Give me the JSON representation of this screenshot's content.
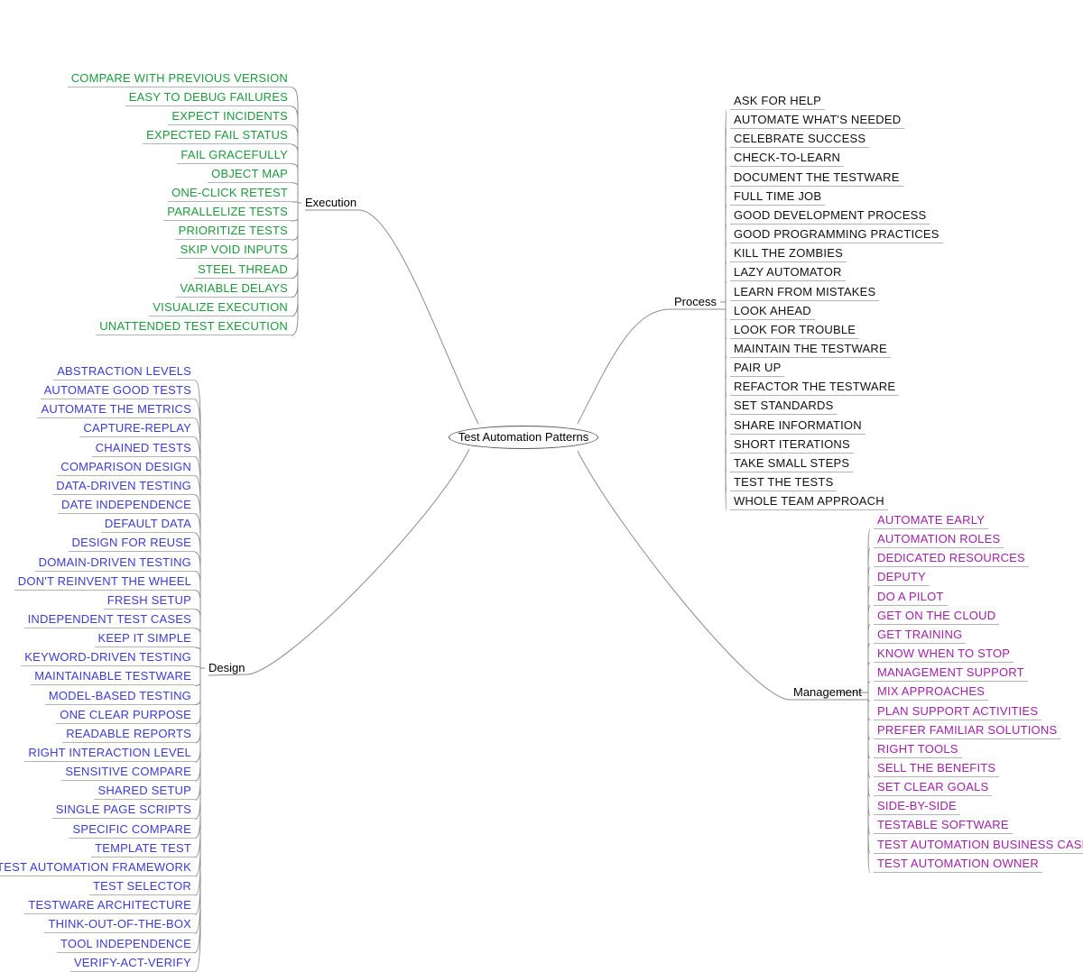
{
  "title": "Test Automation Patterns",
  "colors": {
    "execution": "#1e9a3c",
    "design": "#3c3cd2",
    "process": "#111111",
    "management": "#a022a8",
    "connector": "#8c8c8c"
  },
  "branches": {
    "execution": {
      "label": "Execution",
      "items": [
        "COMPARE WITH PREVIOUS VERSION",
        "EASY TO DEBUG FAILURES",
        "EXPECT INCIDENTS",
        "EXPECTED FAIL STATUS",
        "FAIL GRACEFULLY",
        "OBJECT MAP",
        "ONE-CLICK RETEST",
        "PARALLELIZE TESTS",
        "PRIORITIZE TESTS",
        "SKIP VOID INPUTS",
        "STEEL THREAD",
        "VARIABLE DELAYS",
        "VISUALIZE EXECUTION",
        "UNATTENDED TEST EXECUTION"
      ]
    },
    "design": {
      "label": "Design",
      "items": [
        "ABSTRACTION LEVELS",
        "AUTOMATE GOOD TESTS",
        "AUTOMATE THE METRICS",
        "CAPTURE-REPLAY",
        "CHAINED TESTS",
        "COMPARISON DESIGN",
        "DATA-DRIVEN TESTING",
        "DATE INDEPENDENCE",
        "DEFAULT DATA",
        "DESIGN FOR REUSE",
        "DOMAIN-DRIVEN TESTING",
        "DON'T REINVENT THE WHEEL",
        "FRESH SETUP",
        "INDEPENDENT TEST CASES",
        "KEEP IT SIMPLE",
        "KEYWORD-DRIVEN TESTING",
        "MAINTAINABLE TESTWARE",
        "MODEL-BASED TESTING",
        "ONE CLEAR PURPOSE",
        "READABLE REPORTS",
        "RIGHT INTERACTION LEVEL",
        "SENSITIVE COMPARE",
        "SHARED SETUP",
        "SINGLE PAGE SCRIPTS",
        "SPECIFIC COMPARE",
        "TEMPLATE TEST",
        "TEST AUTOMATION FRAMEWORK",
        "TEST SELECTOR",
        "TESTWARE ARCHITECTURE",
        "THINK-OUT-OF-THE-BOX",
        "TOOL INDEPENDENCE",
        "VERIFY-ACT-VERIFY"
      ]
    },
    "process": {
      "label": "Process",
      "items": [
        "ASK FOR HELP",
        "AUTOMATE WHAT'S NEEDED",
        "CELEBRATE SUCCESS",
        "CHECK-TO-LEARN",
        "DOCUMENT THE TESTWARE",
        "FULL TIME JOB",
        "GOOD DEVELOPMENT PROCESS",
        "GOOD PROGRAMMING PRACTICES",
        "KILL THE ZOMBIES",
        "LAZY AUTOMATOR",
        "LEARN FROM MISTAKES",
        "LOOK AHEAD",
        "LOOK FOR TROUBLE",
        "MAINTAIN THE TESTWARE",
        "PAIR UP",
        "REFACTOR THE TESTWARE",
        "SET STANDARDS",
        "SHARE INFORMATION",
        "SHORT ITERATIONS",
        "TAKE SMALL STEPS",
        "TEST THE TESTS",
        "WHOLE TEAM APPROACH"
      ]
    },
    "management": {
      "label": "Management",
      "items": [
        "AUTOMATE EARLY",
        "AUTOMATION ROLES",
        "DEDICATED RESOURCES",
        "DEPUTY",
        "DO A PILOT",
        "GET ON THE CLOUD",
        "GET TRAINING",
        "KNOW WHEN TO STOP",
        "MANAGEMENT SUPPORT",
        "MIX APPROACHES",
        "PLAN SUPPORT ACTIVITIES",
        "PREFER FAMILIAR SOLUTIONS",
        "RIGHT TOOLS",
        "SELL THE BENEFITS",
        "SET CLEAR GOALS",
        "SIDE-BY-SIDE",
        "TESTABLE SOFTWARE",
        "TEST AUTOMATION BUSINESS CASE",
        "TEST AUTOMATION OWNER"
      ]
    }
  }
}
